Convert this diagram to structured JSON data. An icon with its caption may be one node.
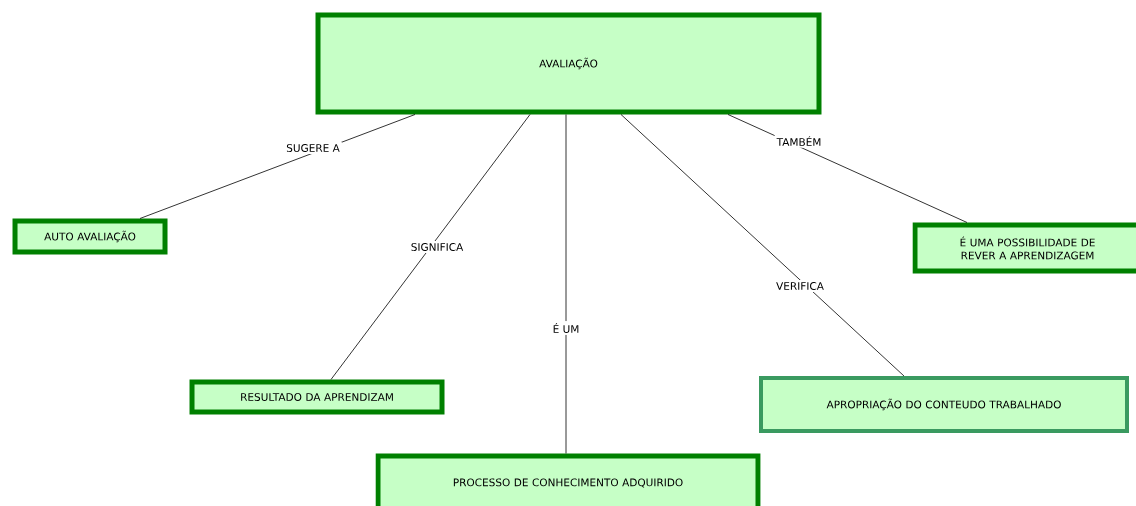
{
  "diagram": {
    "nodes": [
      {
        "text": [
          "AVALIAÇÃO"
        ]
      },
      {
        "text": [
          "AUTO AVALIAÇÃO"
        ]
      },
      {
        "text": [
          "RESULTADO  DA APRENDIZAM"
        ]
      },
      {
        "text": [
          "PROCESSO  DE  CONHECIMENTO ADQUIRIDO"
        ]
      },
      {
        "text": [
          "APROPRIAÇÃO DO CONTEUDO TRABALHADO"
        ]
      },
      {
        "text": [
          "É UMA POSSIBILIDADE DE REVER A APRENDIZAGEM"
        ]
      }
    ],
    "edges": [
      {
        "from": 0,
        "to": 1,
        "arrow": "none",
        "label": "SUGERE  A"
      },
      {
        "from": 0,
        "to": 2,
        "arrow": "none",
        "label": "SIGNIFICA"
      },
      {
        "from": 0,
        "to": 3,
        "arrow": "none",
        "label": "É UM"
      },
      {
        "from": 0,
        "to": 4,
        "arrow": "none",
        "label": "VERIFICA"
      },
      {
        "from": 0,
        "to": 5,
        "arrow": "none",
        "label": "TAMBÉM"
      }
    ]
  }
}
